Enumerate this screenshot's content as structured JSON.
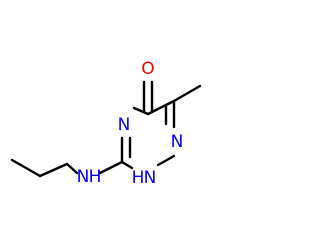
{
  "molecule": {
    "atoms": {
      "carbonyl_oxygen": "O",
      "ring_nitrogen_4": "N",
      "ring_nitrogen_1": "N",
      "ring_nitrogen_2": "N",
      "ring_nitrogen_2_hydrogen": "H",
      "amine_nitrogen": "N",
      "amine_hydrogen": "H"
    }
  },
  "colors": {
    "background": "#ffffff",
    "bond": "#000000",
    "oxygen": "#ff0000",
    "nitrogen": "#0000ff"
  }
}
